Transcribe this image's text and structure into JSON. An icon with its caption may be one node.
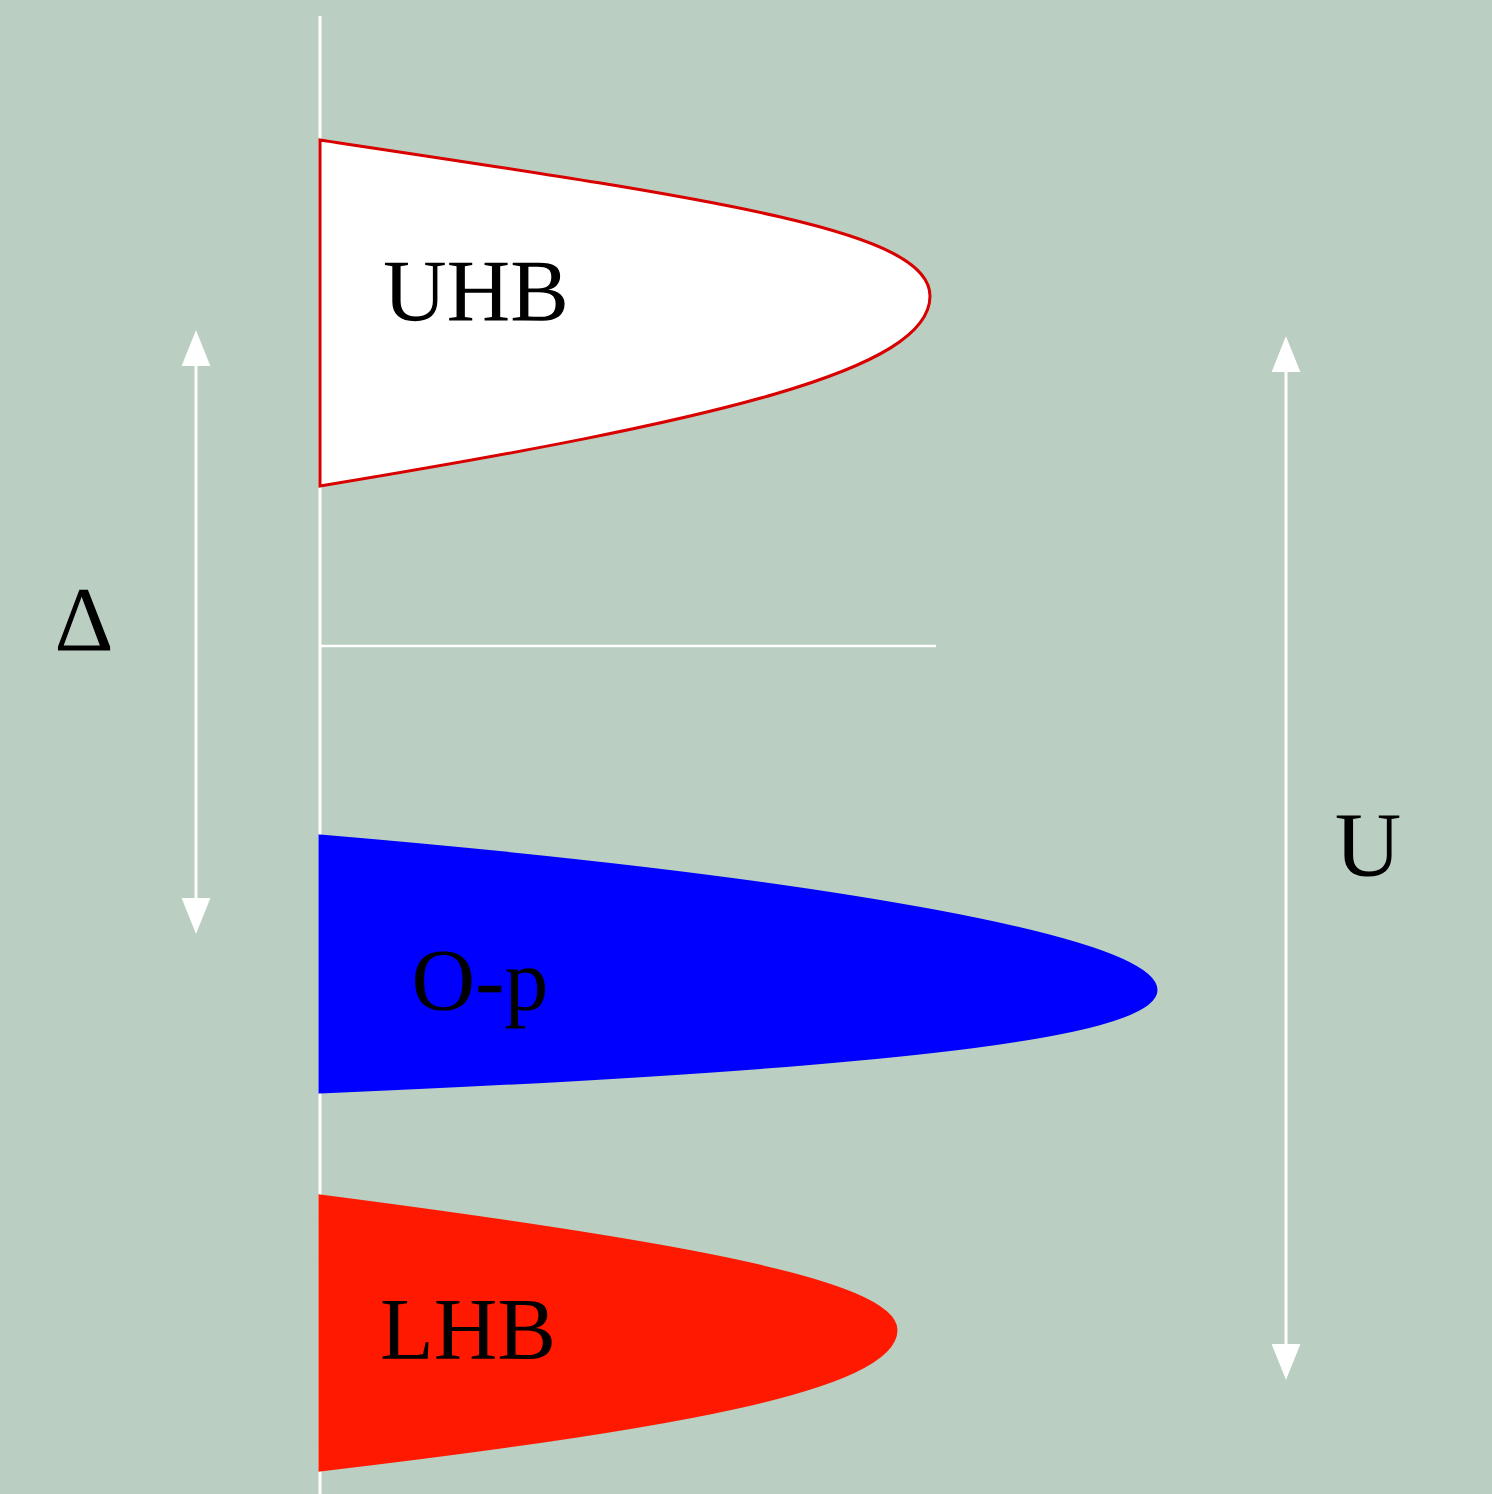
{
  "diagram": {
    "nodes": [
      {
        "text": [
          "UHB"
        ]
      },
      {
        "text": [
          "O-p"
        ]
      },
      {
        "text": [
          "LHB"
        ]
      }
    ],
    "labels": [
      "Δ",
      "U"
    ]
  }
}
